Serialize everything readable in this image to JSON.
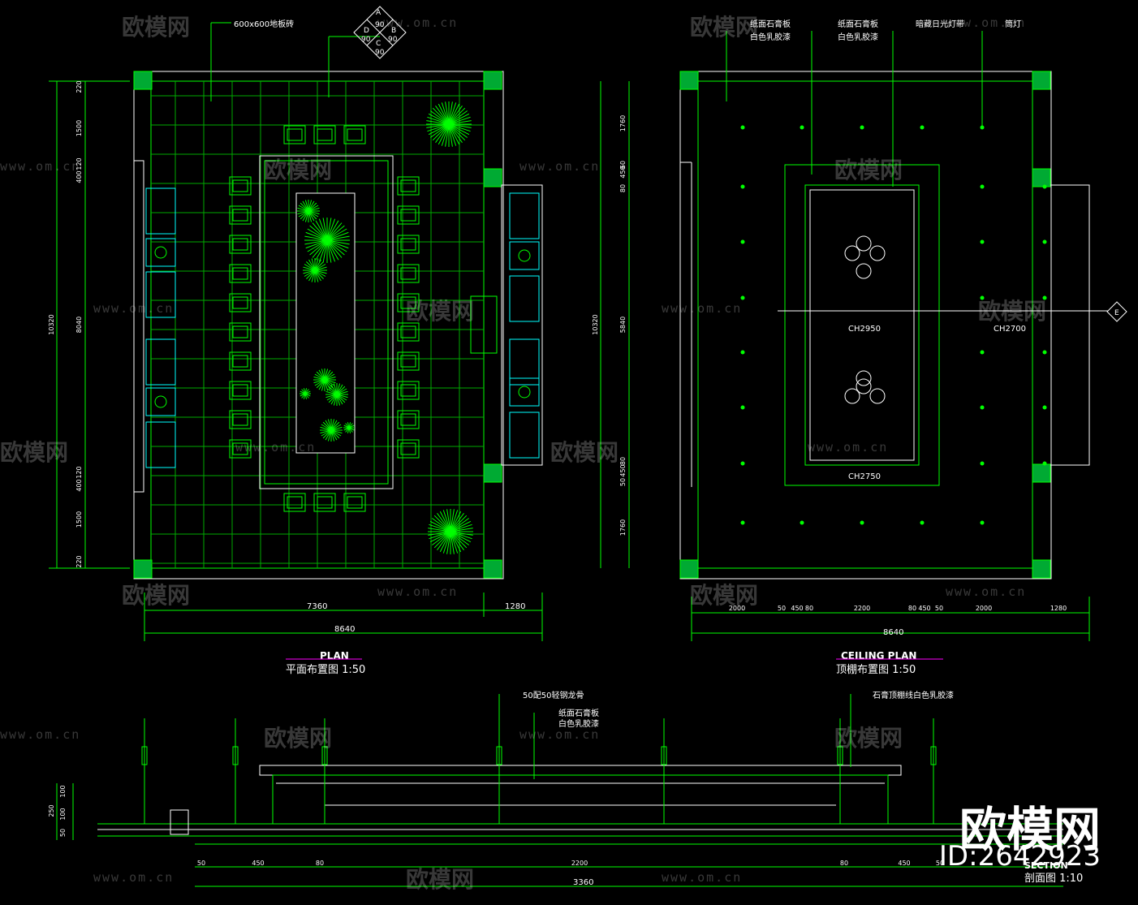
{
  "plan": {
    "title_en": "PLAN",
    "title_cn": "平面布置图 1:50",
    "floor_tile": "600x600地板砖",
    "compass": [
      "A",
      "B",
      "C",
      "D",
      "90",
      "90",
      "90",
      "90"
    ],
    "dims_left": [
      "220",
      "1500",
      "120",
      "400",
      "8040",
      "120",
      "400",
      "1500",
      "220"
    ],
    "dims_left_total": "10320",
    "dims_bottom": [
      "7360",
      "1280"
    ],
    "dims_bottom_total": "8640"
  },
  "ceiling": {
    "title_en": "CEILING PLAN",
    "title_cn": "顶棚布置图 1:50",
    "labels": [
      "纸面石膏板",
      "白色乳胶漆",
      "纸面石膏板",
      "白色乳胶漆",
      "暗藏日光灯带",
      "筒灯"
    ],
    "heights": [
      "CH2950",
      "CH2700",
      "CH2750"
    ],
    "dims_left": [
      "1760",
      "60",
      "450",
      "80",
      "5840",
      "80",
      "450",
      "50",
      "1760"
    ],
    "dims_left_total": "10320",
    "dims_bottom": [
      "2000",
      "50",
      "450",
      "80",
      "2200",
      "80",
      "450",
      "50",
      "2000",
      "1280"
    ],
    "dims_bottom_total": "8640",
    "marker": "E"
  },
  "section": {
    "title_en": "SECTION",
    "title_cn": "剖面图 1:10",
    "labels": [
      "50配50轻钢龙骨",
      "纸面石膏板",
      "白色乳胶漆",
      "石膏顶棚线白色乳胶漆"
    ],
    "dims_left": [
      "100",
      "100",
      "50",
      "250"
    ],
    "dims_bottom": [
      "50",
      "450",
      "80",
      "2200",
      "80",
      "450",
      "50"
    ],
    "dims_bottom_total": "3360"
  },
  "watermark": {
    "brand": "欧模网",
    "url": "www.om.cn",
    "id": "ID:2642923"
  },
  "colors": {
    "line": "#00ff00",
    "cyan": "#00ffff",
    "white": "#ffffff",
    "magenta": "#ff00ff"
  }
}
